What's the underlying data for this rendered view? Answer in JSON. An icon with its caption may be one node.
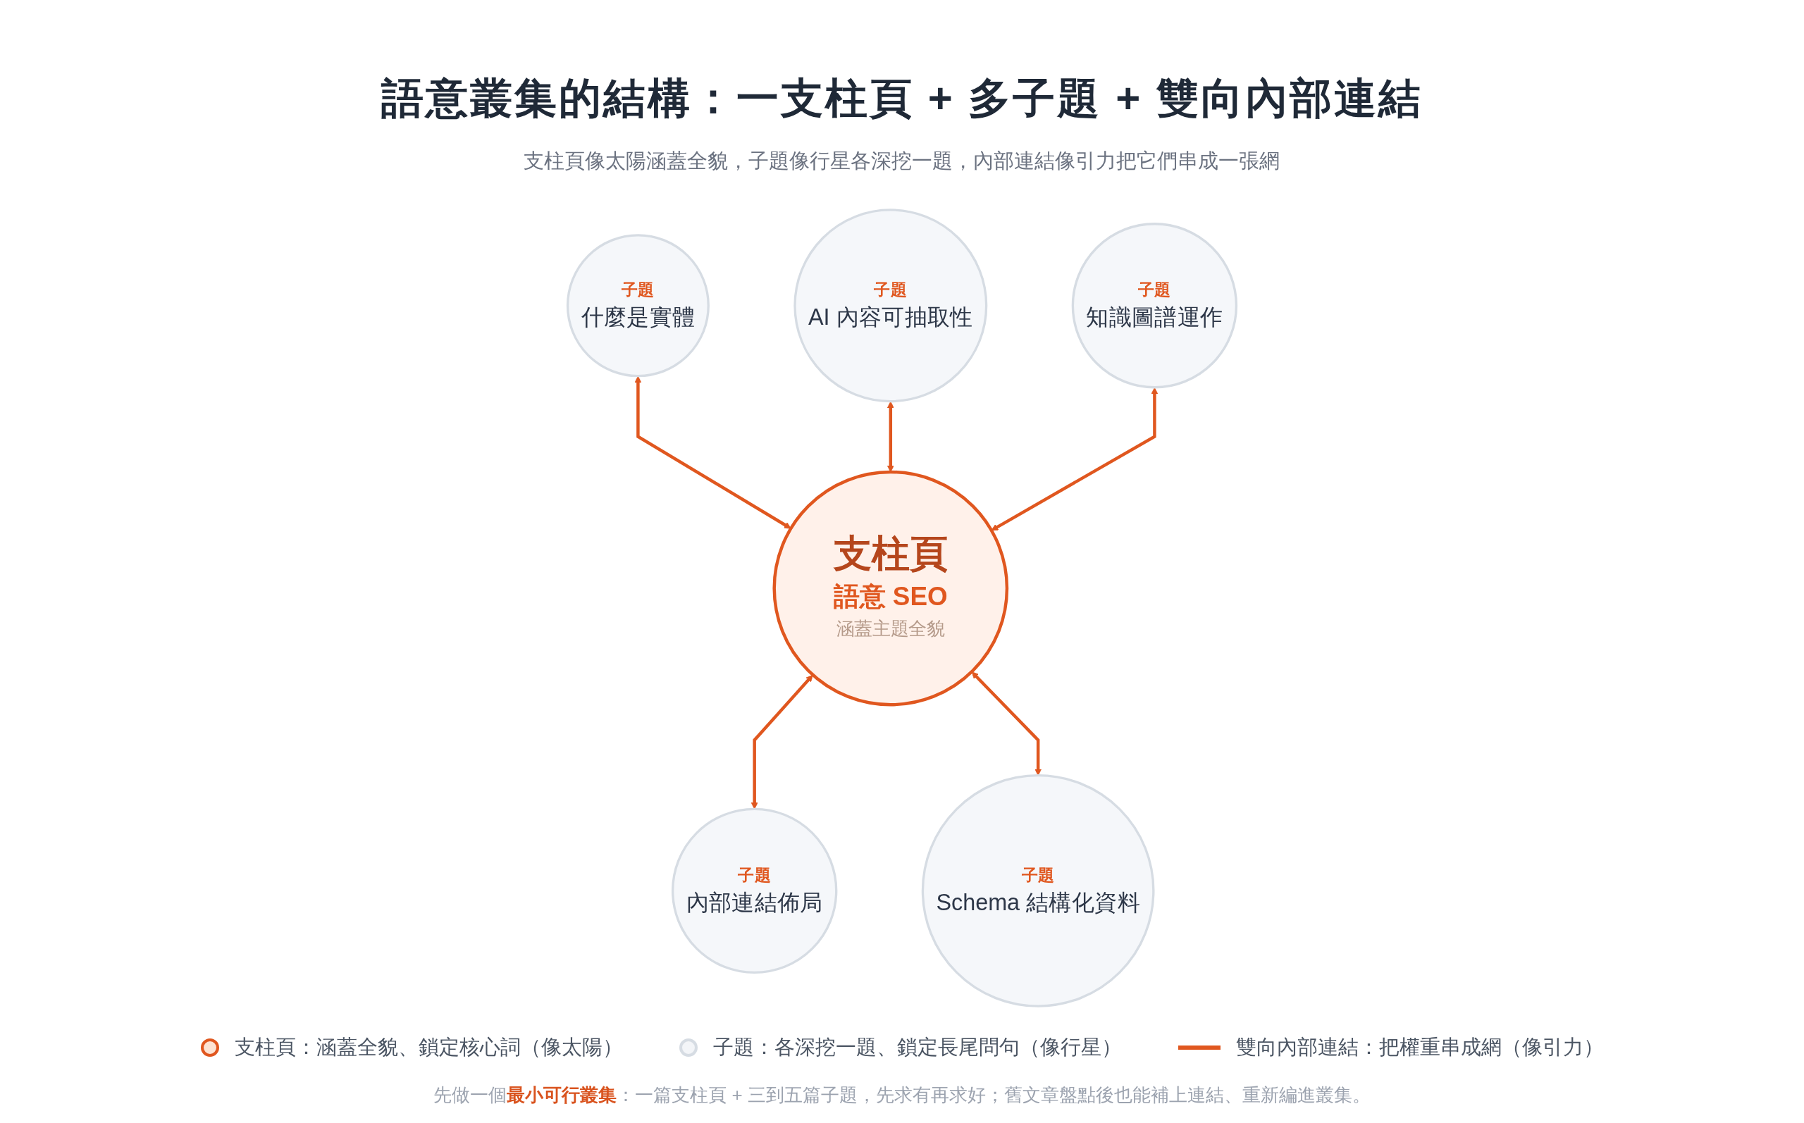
{
  "diagram": {
    "title": "語意叢集的結構：一支柱頁 + 多子題 + 雙向內部連結",
    "caption": "先做一個**最小可行叢集**：一篇支柱頁 + 三到五篇子題，先求有再求好；舊文章盤點後也能補上連結、重新編進叢集。",
    "nodes": [
      {
        "text": [
          "子題",
          "什麼是實體"
        ]
      },
      {
        "text": [
          "子題",
          "AI 內容可抽取性"
        ]
      },
      {
        "text": [
          "支柱頁",
          "語意 SEO",
          "涵蓋主題全貌"
        ]
      },
      {
        "text": [
          "子題",
          "知識圖譜運作"
        ]
      },
      {
        "text": [
          "子題",
          "內部連結佈局"
        ]
      },
      {
        "text": [
          "子題",
          "Schema 結構化資料"
        ]
      }
    ],
    "edges": [
      {
        "from": 0,
        "to": 2,
        "arrow": "both"
      },
      {
        "from": 1,
        "to": 2,
        "arrow": "both"
      },
      {
        "from": 3,
        "to": 2,
        "arrow": "both"
      },
      {
        "from": 2,
        "to": 4,
        "arrow": "both"
      },
      {
        "from": 2,
        "to": 5,
        "arrow": "both"
      }
    ],
    "labels": [
      "支柱頁像太陽涵蓋全貌，子題像行星各深挖一題，內部連結像引力把它們串成一張網"
    ],
    "legend": [
      {
        "text": "支柱頁：涵蓋全貌、鎖定核心詞（像太陽）",
        "color": "#fde3d3"
      },
      {
        "text": "子題：各深挖一題、鎖定長尾問句（像行星）",
        "color": "#f3f5f8"
      },
      {
        "text": "雙向內部連結：把權重串成網（像引力）"
      }
    ]
  }
}
